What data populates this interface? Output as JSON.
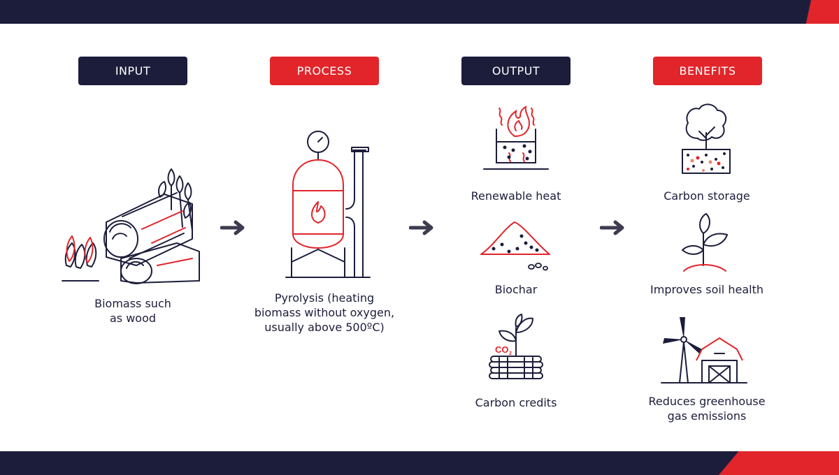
{
  "colors": {
    "navy": "#1c1d3b",
    "red": "#e1252a",
    "orange_dots": "#e88a6c"
  },
  "headers": {
    "input": "INPUT",
    "process": "PROCESS",
    "output": "OUTPUT",
    "benefits": "BENEFITS"
  },
  "input": {
    "icon": "wood-and-wheat-icon",
    "label_line1": "Biomass such",
    "label_line2": "as wood"
  },
  "process": {
    "icon": "pyrolysis-reactor-icon",
    "label_line1": "Pyrolysis (heating",
    "label_line2": "biomass without oxygen,",
    "label_line3": "usually above 500ºC)"
  },
  "output": {
    "items": [
      {
        "icon": "renewable-heat-icon",
        "label": "Renewable heat"
      },
      {
        "icon": "biochar-icon",
        "label": "Biochar"
      },
      {
        "icon": "carbon-credits-icon",
        "label": "Carbon credits",
        "icon_text": "CO"
      }
    ]
  },
  "benefits": {
    "items": [
      {
        "icon": "carbon-storage-icon",
        "label": "Carbon storage"
      },
      {
        "icon": "soil-health-icon",
        "label": "Improves soil health"
      },
      {
        "icon": "wind-turbine-barn-icon",
        "label_line1": "Reduces greenhouse",
        "label_line2": "gas emissions"
      }
    ]
  }
}
